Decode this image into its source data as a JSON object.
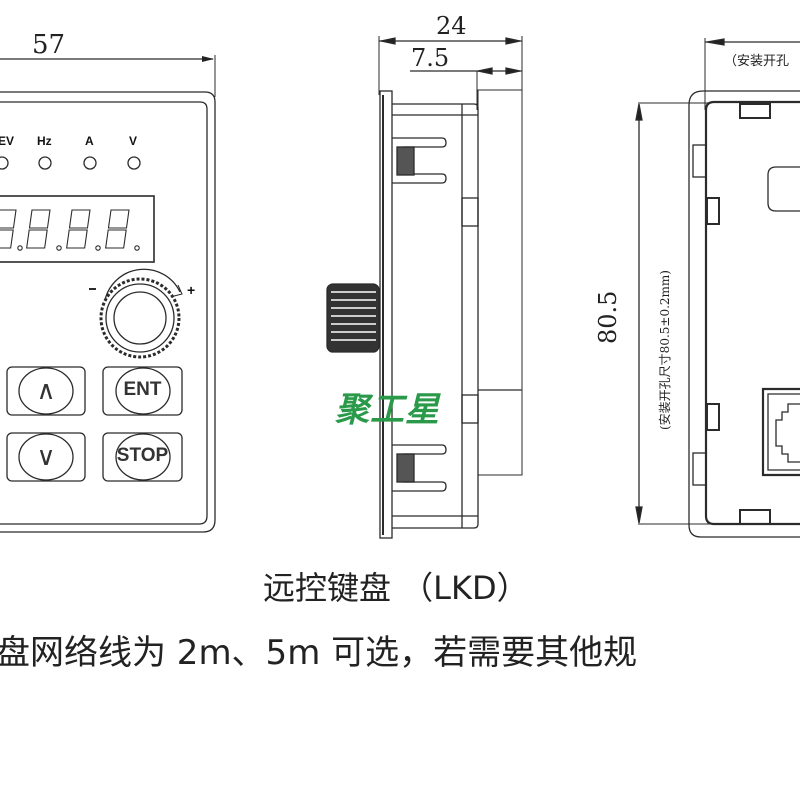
{
  "front_view": {
    "width_dim": "57",
    "led_labels": [
      "EV",
      "Hz",
      "A",
      "V"
    ],
    "display_digits": "8.8.8.8.",
    "knob": {
      "minus": "-",
      "plus": "+"
    },
    "buttons": {
      "up": "∧",
      "down": "∨",
      "ent": "ENT",
      "stop": "STOP"
    }
  },
  "side_view": {
    "depth_dim": "24",
    "offset_dim": "7.5",
    "watermark": "聚工星"
  },
  "back_view": {
    "top_note": "（安装开孔",
    "height_dim": "80.5",
    "height_note": "(安装开孔尺寸80.5±0.2mm)"
  },
  "captions": {
    "title": "远控键盘  （LKD）",
    "note": "盘网络线为 2m、5m 可选，若需要其他规"
  },
  "colors": {
    "line": "#2b2b2b",
    "watermark": "#2a9a4a",
    "background": "#ffffff"
  }
}
